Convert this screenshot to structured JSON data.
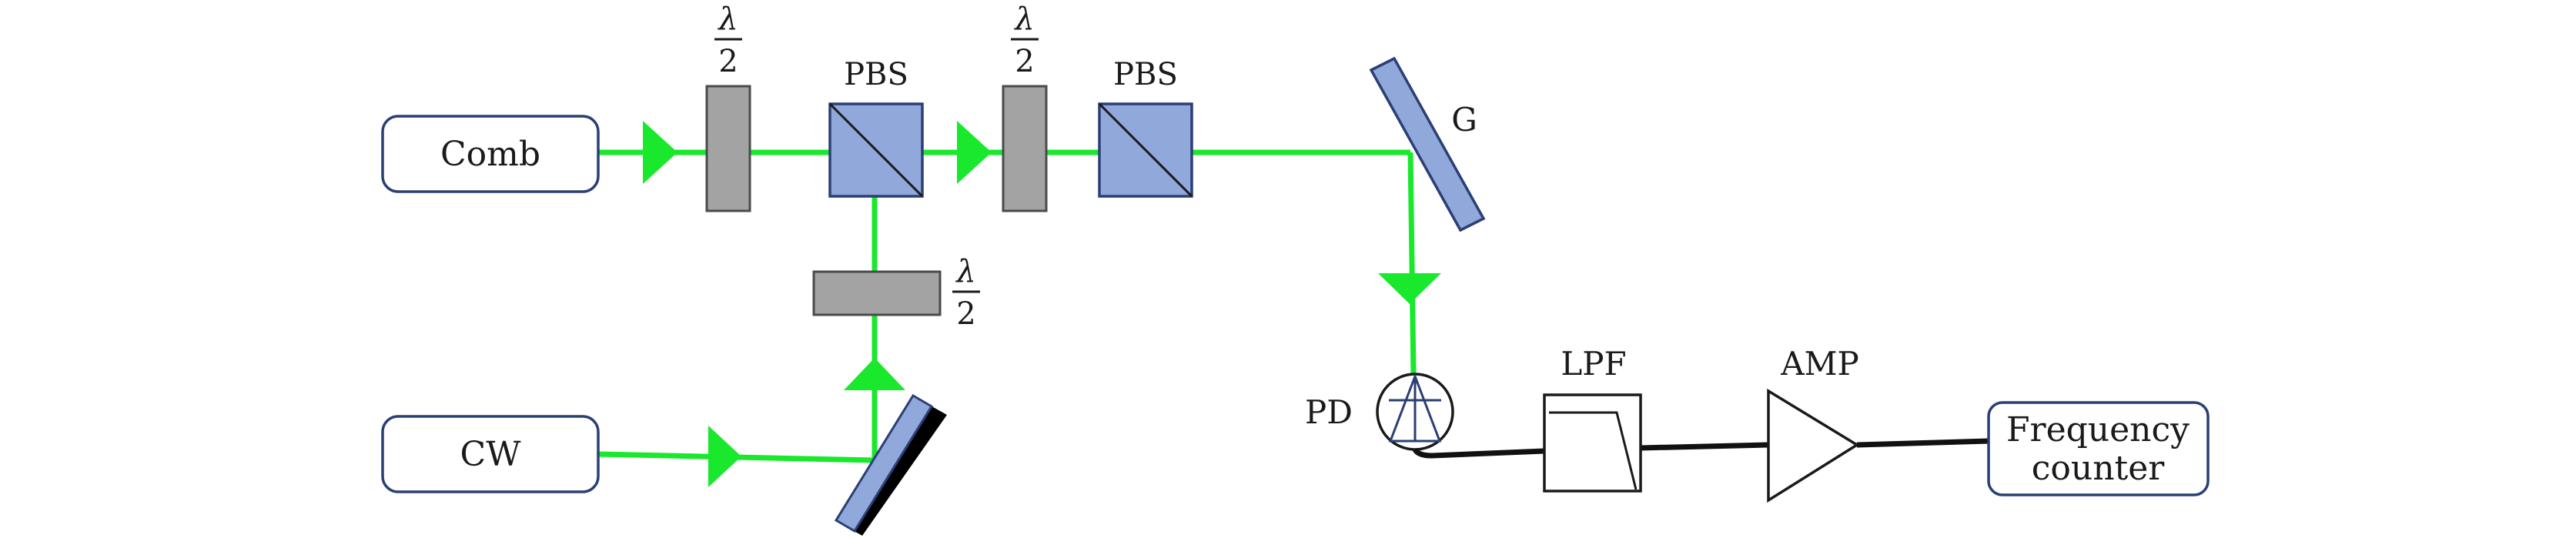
{
  "colors": {
    "beam": "#19e82d",
    "optic_fill": "#91a8db",
    "optic_stroke": "#2b3f74",
    "waveplate_fill": "#a3a3a3",
    "waveplate_stroke": "#4a4a4a",
    "box_stroke": "#2b3f74",
    "wire": "#111111"
  },
  "sources": {
    "comb": "Comb",
    "cw": "CW"
  },
  "waveplates": {
    "wp1": {
      "numerator": "λ",
      "denominator": "2"
    },
    "wp2": {
      "numerator": "λ",
      "denominator": "2"
    },
    "wp3": {
      "numerator": "λ",
      "denominator": "2"
    }
  },
  "beamsplitters": {
    "pbs1": "PBS",
    "pbs2": "PBS"
  },
  "grating": "G",
  "detector": "PD",
  "filter": "LPF",
  "amplifier": "AMP",
  "counter": {
    "line1": "Frequency",
    "line2": "counter"
  }
}
